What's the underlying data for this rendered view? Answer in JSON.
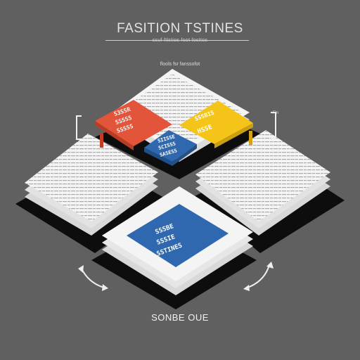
{
  "header": {
    "title": "FASITION TSTINES",
    "subtitle": "ssuf ftlstios  foot fosttos"
  },
  "diagram": {
    "caption": "flools  fsr  fanssofot",
    "side_label": "Fin",
    "footer": "SONBE OUE",
    "colors": {
      "background": "#606060",
      "red": "#e2553a",
      "yellow": "#f4c418",
      "blue": "#2f68ae",
      "paper": "#f4f4f4",
      "shadow": "#0d0d0d"
    },
    "tiles": {
      "red": [
        "S3SSR",
        "SSSSS",
        "SSSSS"
      ],
      "yellow": [
        "SSSBIS",
        "HSSE"
      ],
      "blue_small": [
        "SIISSE",
        "SCISSS",
        "SASESS"
      ],
      "blue_large": [
        "SSSBE",
        "SSSIE",
        "SSTINES"
      ]
    }
  }
}
